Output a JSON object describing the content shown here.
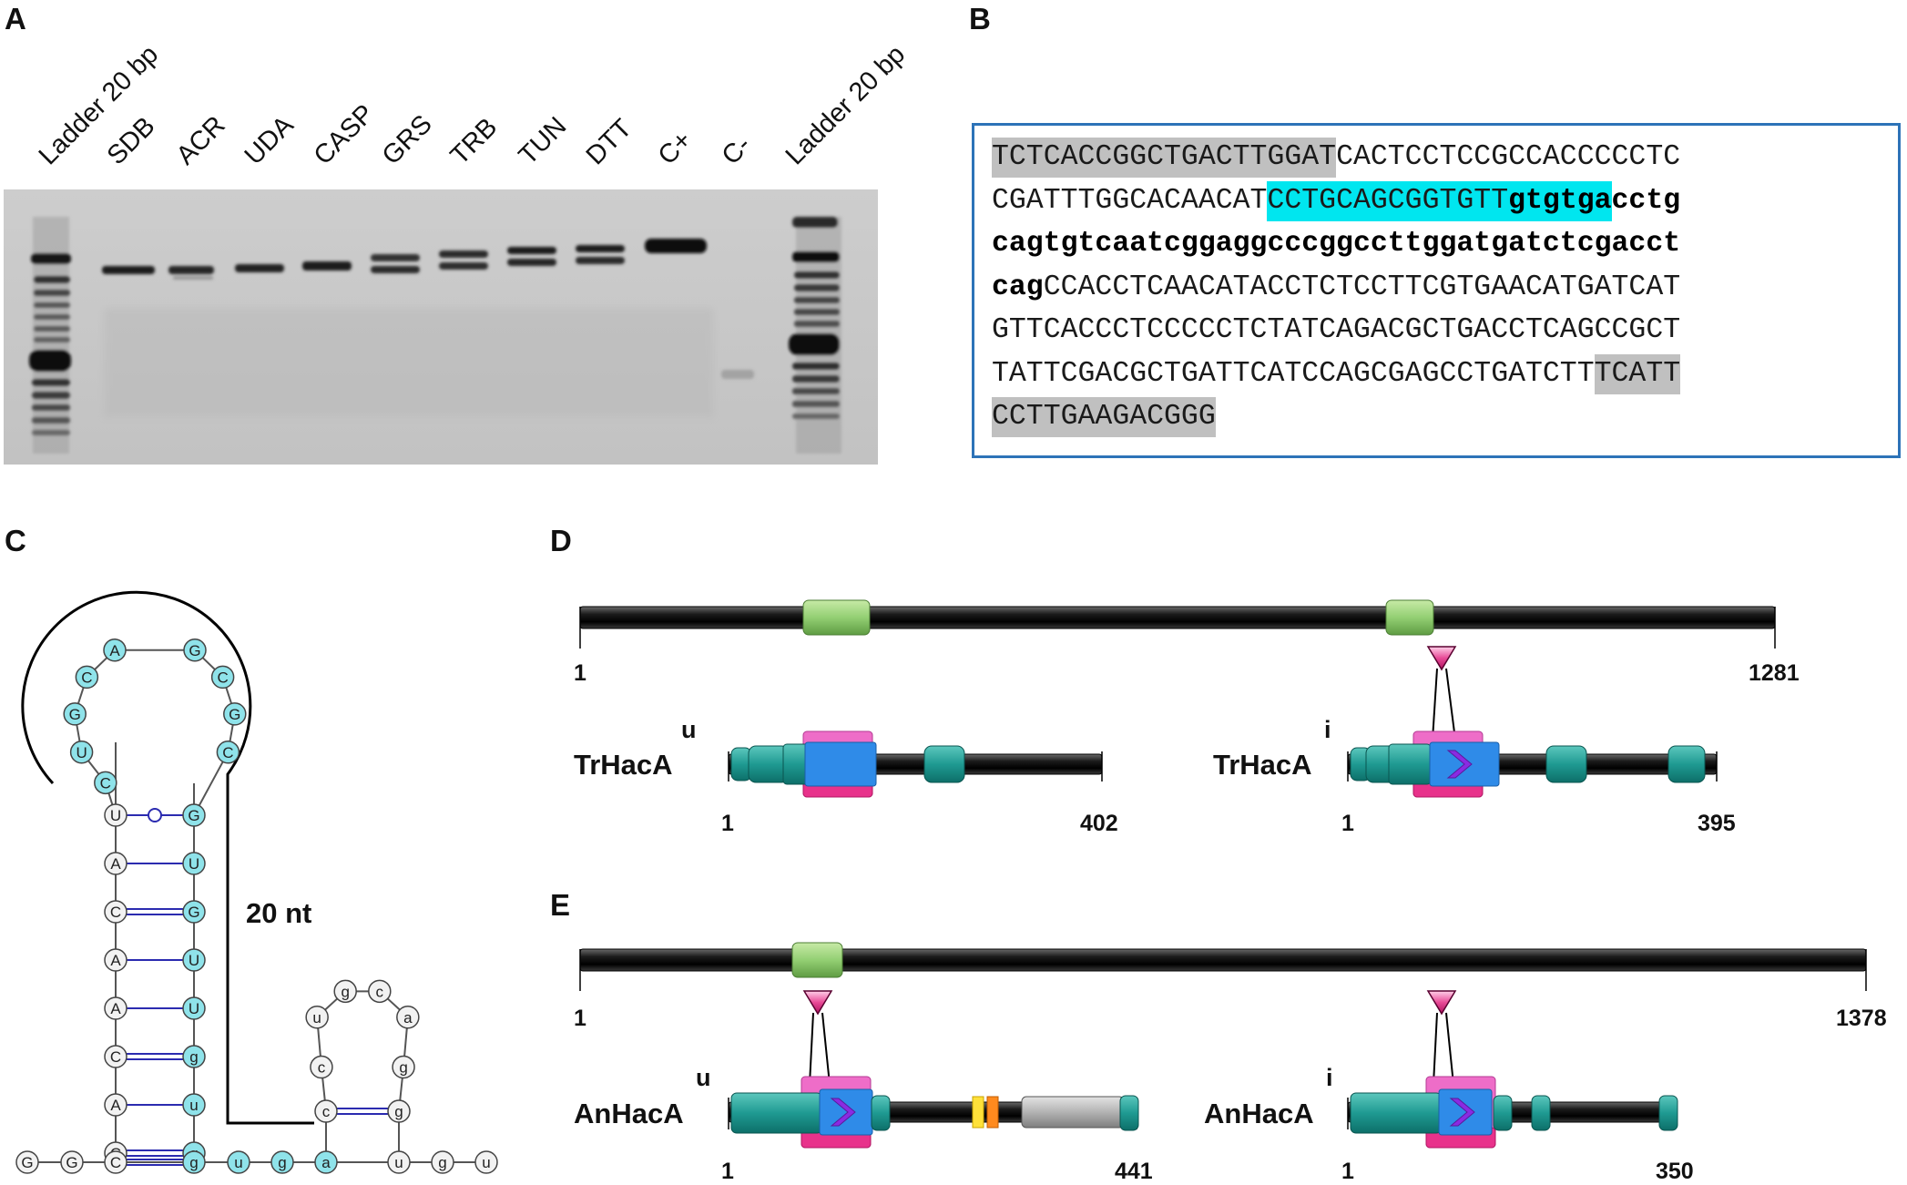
{
  "panels": {
    "a": "A",
    "b": "B",
    "c": "C",
    "d": "D",
    "e": "E"
  },
  "gel": {
    "lanes": [
      "Ladder 20 bp",
      "SDB",
      "ACR",
      "UDA",
      "CASP",
      "GRS",
      "TRB",
      "TUN",
      "DTT",
      "C+",
      "C-",
      "Ladder 20 bp"
    ]
  },
  "sequence": {
    "lines": [
      [
        {
          "t": "TCTCACCGGCTGACTTGGAT",
          "s": "gray"
        },
        {
          "t": "CACTCCTCCGCCACCCCCTC",
          "s": ""
        }
      ],
      [
        {
          "t": "CGATTTGGCACAACAT",
          "s": ""
        },
        {
          "t": "CCTGCAGCGGTGTT",
          "s": "cyan"
        },
        {
          "t": "gtgtga",
          "s": "cyan-bold"
        },
        {
          "t": "cctg",
          "s": "bold"
        }
      ],
      [
        {
          "t": "cagtgtcaatcggaggcccggccttggatgatctcgacct",
          "s": "bold"
        }
      ],
      [
        {
          "t": "cag",
          "s": "bold"
        },
        {
          "t": "CCACCTCAACATACCTCTCCTTCGTGAACATGATCAT",
          "s": ""
        }
      ],
      [
        {
          "t": "GTTCACCCTCCCCCTCTATCAGACGCTGACCTCAGCCGCT",
          "s": ""
        }
      ],
      [
        {
          "t": "TATTCGACGCTGATTCATCCAGCGAGCCTGATCTT",
          "s": ""
        },
        {
          "t": "TCATT",
          "s": "gray"
        }
      ],
      [
        {
          "t": "CCTTGAAGACGGG",
          "s": "gray"
        }
      ]
    ]
  },
  "structure": {
    "loop": [
      "C",
      "U",
      "G",
      "C",
      "A",
      "G",
      "C",
      "G",
      "C"
    ],
    "stem_left": [
      "U",
      "A",
      "C",
      "A",
      "A",
      "C",
      "A",
      "C"
    ],
    "stem_right": [
      "G",
      "U",
      "G",
      "U",
      "U",
      "g",
      "u",
      "g"
    ],
    "bottom": [
      "G",
      "G",
      "C",
      "g",
      "u",
      "g",
      "a",
      "u",
      "g",
      "u"
    ],
    "small_loop": [
      "c",
      "u",
      "g",
      "c",
      "a",
      "g"
    ],
    "small_stem_left": "c",
    "small_stem_right": "g",
    "label": "20 nt"
  },
  "d": {
    "gene_start": "1",
    "gene_end": "1281",
    "left_name": "TrHacA",
    "left_sup": "u",
    "left_start": "1",
    "left_end": "402",
    "right_name": "TrHacA",
    "right_sup": "i",
    "right_start": "1",
    "right_end": "395"
  },
  "e": {
    "gene_start": "1",
    "gene_end": "1378",
    "left_name": "AnHacA",
    "left_sup": "u",
    "left_start": "1",
    "left_end": "441",
    "right_name": "AnHacA",
    "right_sup": "i",
    "right_start": "1",
    "right_end": "350"
  },
  "colors": {
    "teal": "#1c9a93",
    "blue": "#2f8be8",
    "pink": "#f06cc8",
    "magenta": "#e8308a",
    "purple": "#8a2be2",
    "green": "#97d07a",
    "cyan_nt": "#8fe3ea",
    "frame": "#2d73b8"
  }
}
